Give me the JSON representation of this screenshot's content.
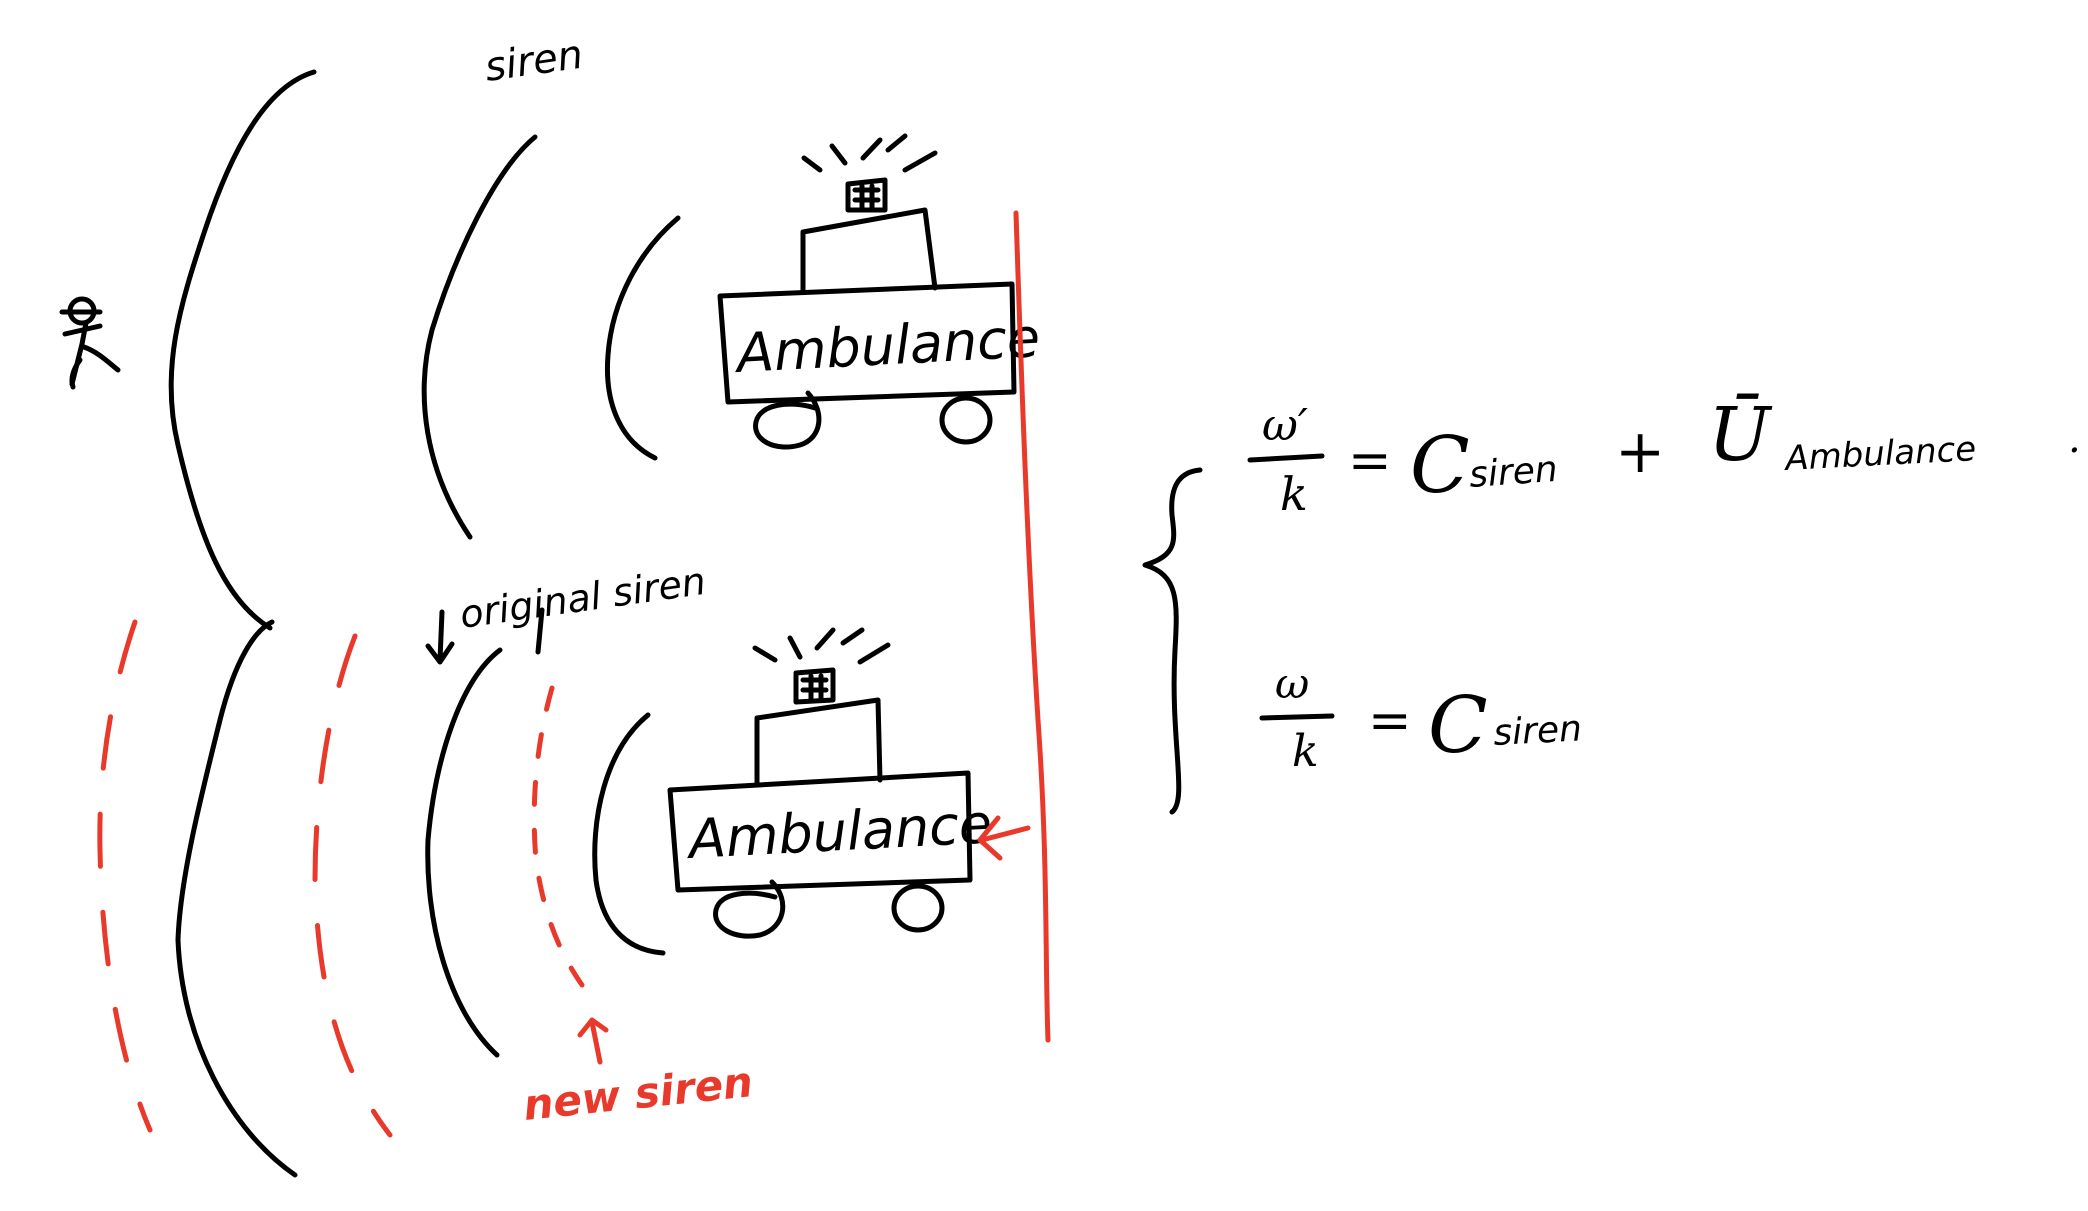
{
  "labels": {
    "siren_top": "siren",
    "original_siren": "original siren",
    "new_siren": "new siren",
    "ambulance_top": "Ambulance",
    "ambulance_bottom": "Ambulance"
  },
  "equations": {
    "top": {
      "numerator": "ω′",
      "denominator": "k",
      "equals": "=",
      "c": "C",
      "c_sub": "siren",
      "plus": "+",
      "u": "Ū",
      "u_sub": "Ambulance",
      "dot": "."
    },
    "bottom": {
      "numerator": "ω",
      "denominator": "k",
      "equals": "=",
      "c": "C",
      "c_sub": "siren"
    }
  },
  "colors": {
    "ink": "#000000",
    "red": "#e8392b"
  }
}
